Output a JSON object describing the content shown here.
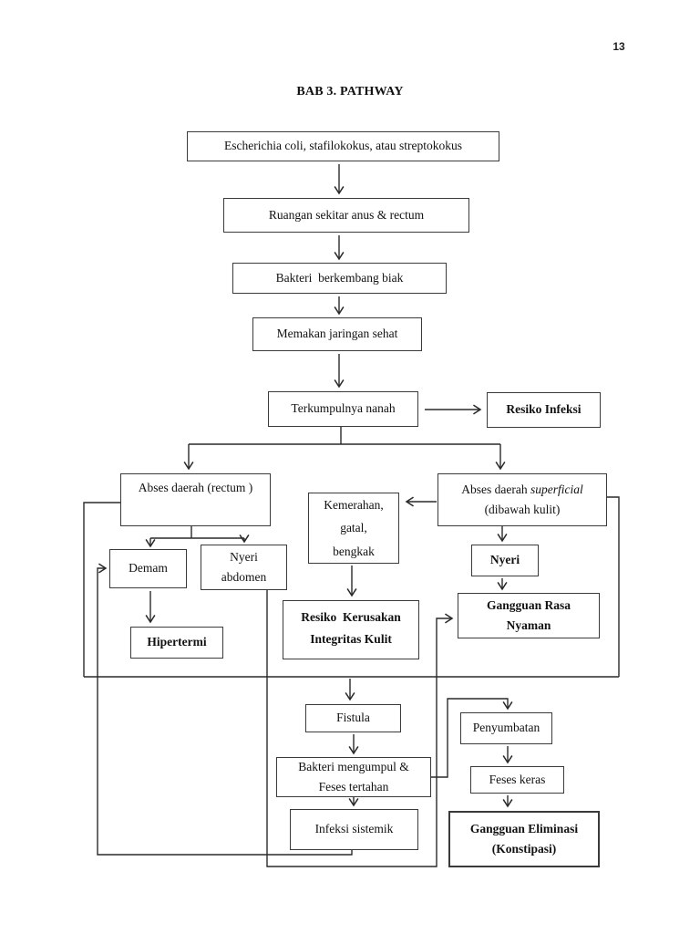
{
  "page": {
    "number": "13",
    "title": "BAB 3. PATHWAY"
  },
  "colors": {
    "background": "#ffffff",
    "line": "#2a2a2a",
    "box_border": "#3a3a3a",
    "text": "#111111"
  },
  "nodes": {
    "escherichia": {
      "label": "Escherichia coli, stafilokokus, atau streptokokus"
    },
    "ruangan": {
      "label": "Ruangan sekitar anus & rectum"
    },
    "bakteri_berkembang": {
      "label": "Bakteri  berkembang biak"
    },
    "memakan_jaringan": {
      "label": "Memakan jaringan sehat"
    },
    "terkumpulnya_nanah": {
      "label": "Terkumpulnya nanah"
    },
    "resiko_infeksi": {
      "label": "Resiko Infeksi"
    },
    "abses_rectum": {
      "label": "Abses daerah (rectum )"
    },
    "kemerahan": {
      "label": "Kemerahan,\ngatal,\nbengkak"
    },
    "abses_superficial": {
      "line1_pre": "Abses daerah ",
      "line1_italic": "superficial",
      "line2": "(dibawah kulit)"
    },
    "demam": {
      "label": "Demam"
    },
    "nyeri_abdomen": {
      "label": "Nyeri\nabdomen"
    },
    "hipertermi": {
      "label": "Hipertermi"
    },
    "resiko_kerusakan": {
      "label": "Resiko  Kerusakan\nIntegritas Kulit"
    },
    "nyeri": {
      "label": "Nyeri"
    },
    "gangguan_rasa_nyaman": {
      "label": "Gangguan Rasa\nNyaman"
    },
    "fistula": {
      "label": "Fistula"
    },
    "bakteri_mengumpul": {
      "label": "Bakteri mengumpul &\nFeses tertahan"
    },
    "infeksi_sistemik": {
      "label": "Infeksi sistemik"
    },
    "penyumbatan": {
      "label": "Penyumbatan"
    },
    "feses_keras": {
      "label": "Feses keras"
    },
    "gangguan_eliminasi": {
      "label": "Gangguan Eliminasi\n(Konstipasi)"
    }
  }
}
